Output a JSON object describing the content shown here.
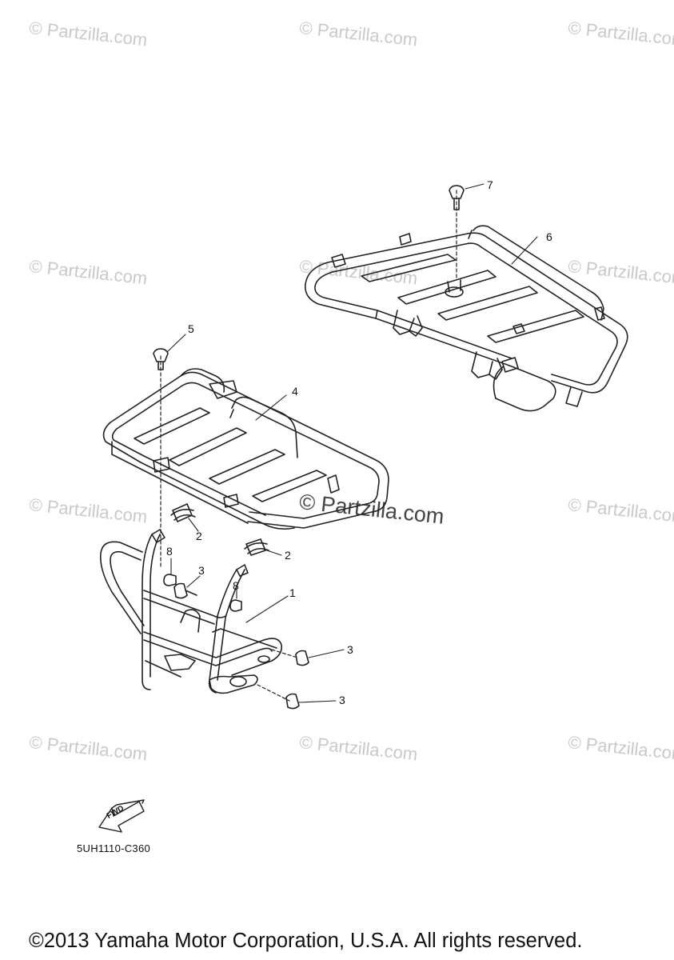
{
  "watermark_text": "© Partzilla.com",
  "callouts": [
    "1",
    "2",
    "2",
    "3",
    "3",
    "3",
    "4",
    "5",
    "6",
    "7",
    "8",
    "8"
  ],
  "direction_label": "FWD",
  "diagram_code": "5UH1110-C360",
  "copyright": "©2013 Yamaha Motor Corporation, U.S.A. All rights reserved."
}
